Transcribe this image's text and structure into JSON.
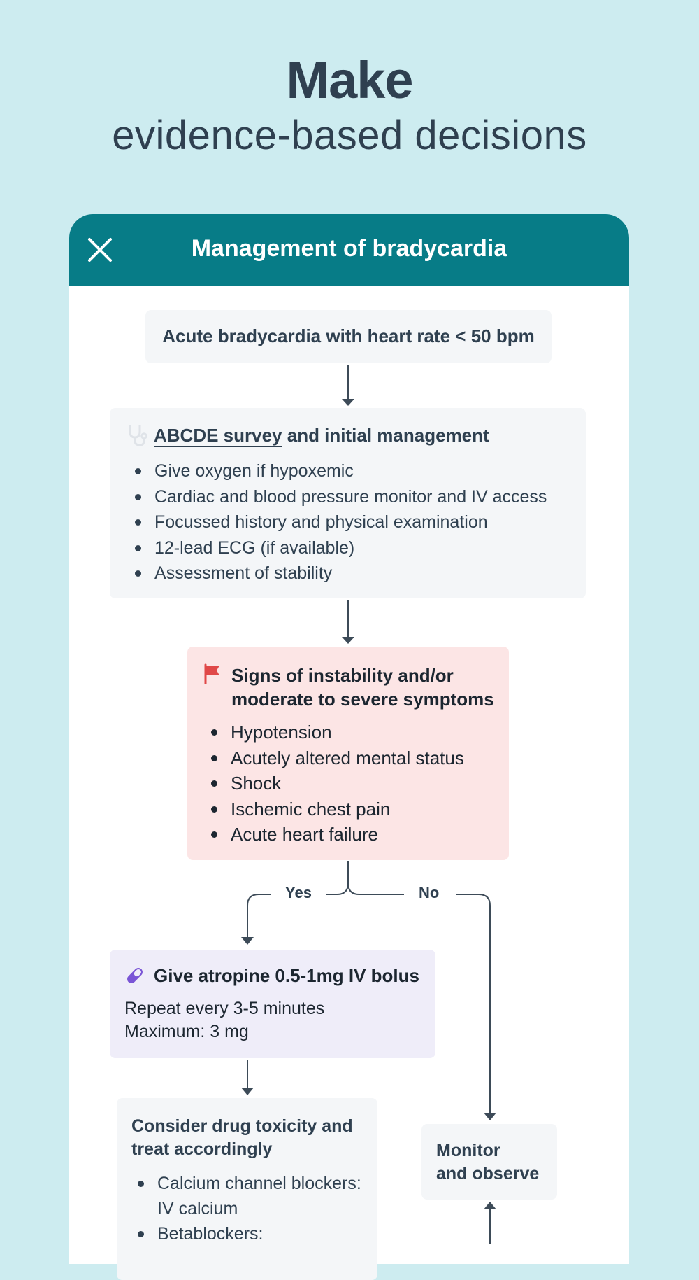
{
  "hero": {
    "title": "Make",
    "subtitle": "evidence-based decisions"
  },
  "card": {
    "title": "Management of bradycardia",
    "close_icon": "close-icon"
  },
  "flow": {
    "start": "Acute bradycardia with heart rate < 50 bpm",
    "abcde": {
      "icon": "stethoscope-icon",
      "title_link": "ABCDE survey",
      "title_rest": " and initial management",
      "items": [
        "Give oxygen if hypoxemic",
        "Cardiac and blood pressure monitor and IV access",
        "Focussed history and physical examination",
        "12-lead ECG (if available)",
        "Assessment of stability"
      ]
    },
    "instability": {
      "icon": "red-flag-icon",
      "title": "Signs of instability and/or moderate to severe symptoms",
      "items": [
        "Hypotension",
        "Acutely altered mental status",
        "Shock",
        "Ischemic chest pain",
        "Acute heart failure"
      ]
    },
    "branch_yes": "Yes",
    "branch_no": "No",
    "atropine": {
      "icon": "pill-icon",
      "title": "Give atropine 0.5-1mg IV bolus",
      "line1": "Repeat every 3-5 minutes",
      "line2": "Maximum: 3 mg"
    },
    "drug": {
      "title": "Consider drug toxicity and\ntreat accordingly",
      "items": [
        "Calcium channel blockers: IV calcium",
        "Betablockers:"
      ]
    },
    "monitor": "Monitor\nand observe"
  },
  "colors": {
    "background": "#cdecf0",
    "header": "#077c87",
    "text": "#2f4050",
    "red_box": "#fce5e5",
    "purple_box": "#efedf9",
    "grey_box": "#f4f6f8",
    "flag": "#e04848",
    "pill": "#7a55d6"
  }
}
